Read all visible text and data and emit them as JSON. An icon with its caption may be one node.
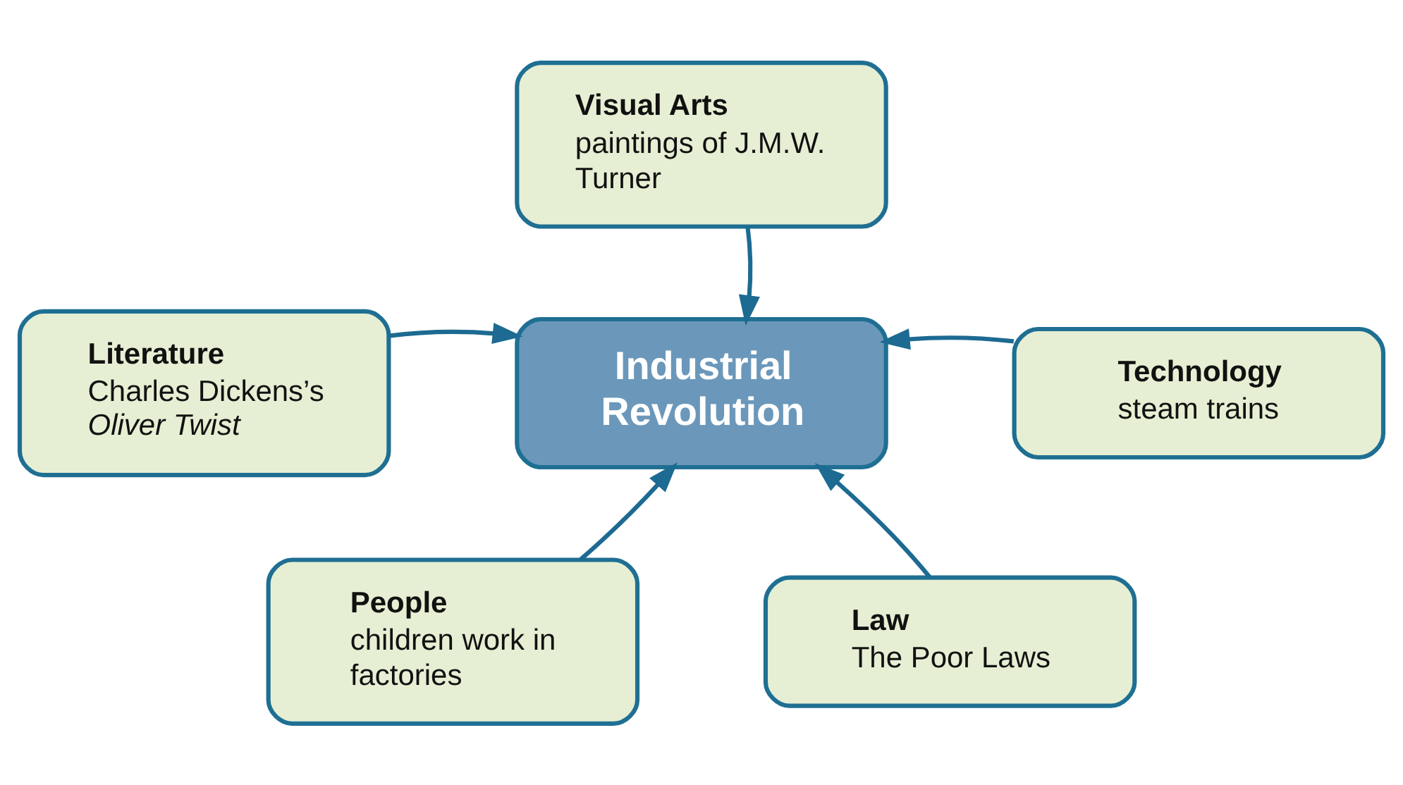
{
  "diagram": {
    "nodes": [
      {
        "text": [
          "Visual Arts",
          "paintings of J.M.W. Turner"
        ]
      },
      {
        "text": [
          "Literature",
          "Charles Dickens’s *Oliver Twist*"
        ]
      },
      {
        "text": [
          "Industrial Revolution"
        ]
      },
      {
        "text": [
          "Technology",
          "steam trains"
        ]
      },
      {
        "text": [
          "People",
          "children work in factories"
        ]
      },
      {
        "text": [
          "Law",
          "The Poor Laws"
        ]
      }
    ],
    "edges": [
      {
        "from": 0,
        "to": 2,
        "arrow": "to"
      },
      {
        "from": 1,
        "to": 2,
        "arrow": "to"
      },
      {
        "from": 3,
        "to": 2,
        "arrow": "to"
      },
      {
        "from": 4,
        "to": 2,
        "arrow": "to"
      },
      {
        "from": 5,
        "to": 2,
        "arrow": "to"
      }
    ]
  }
}
